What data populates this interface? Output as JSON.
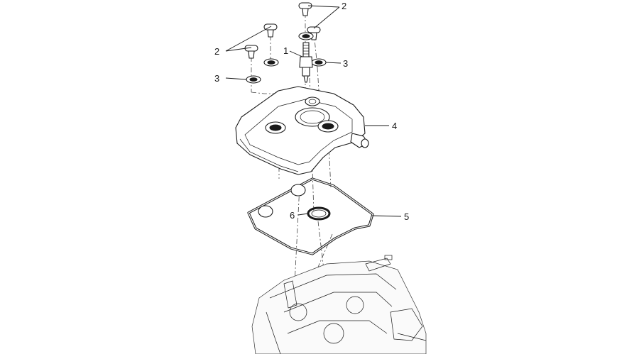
{
  "diagram": {
    "callouts": {
      "c1": "1",
      "c2_top": "2",
      "c2_left": "2",
      "c3_right": "3",
      "c3_left": "3",
      "c4": "4",
      "c5": "5",
      "c6": "6"
    }
  }
}
